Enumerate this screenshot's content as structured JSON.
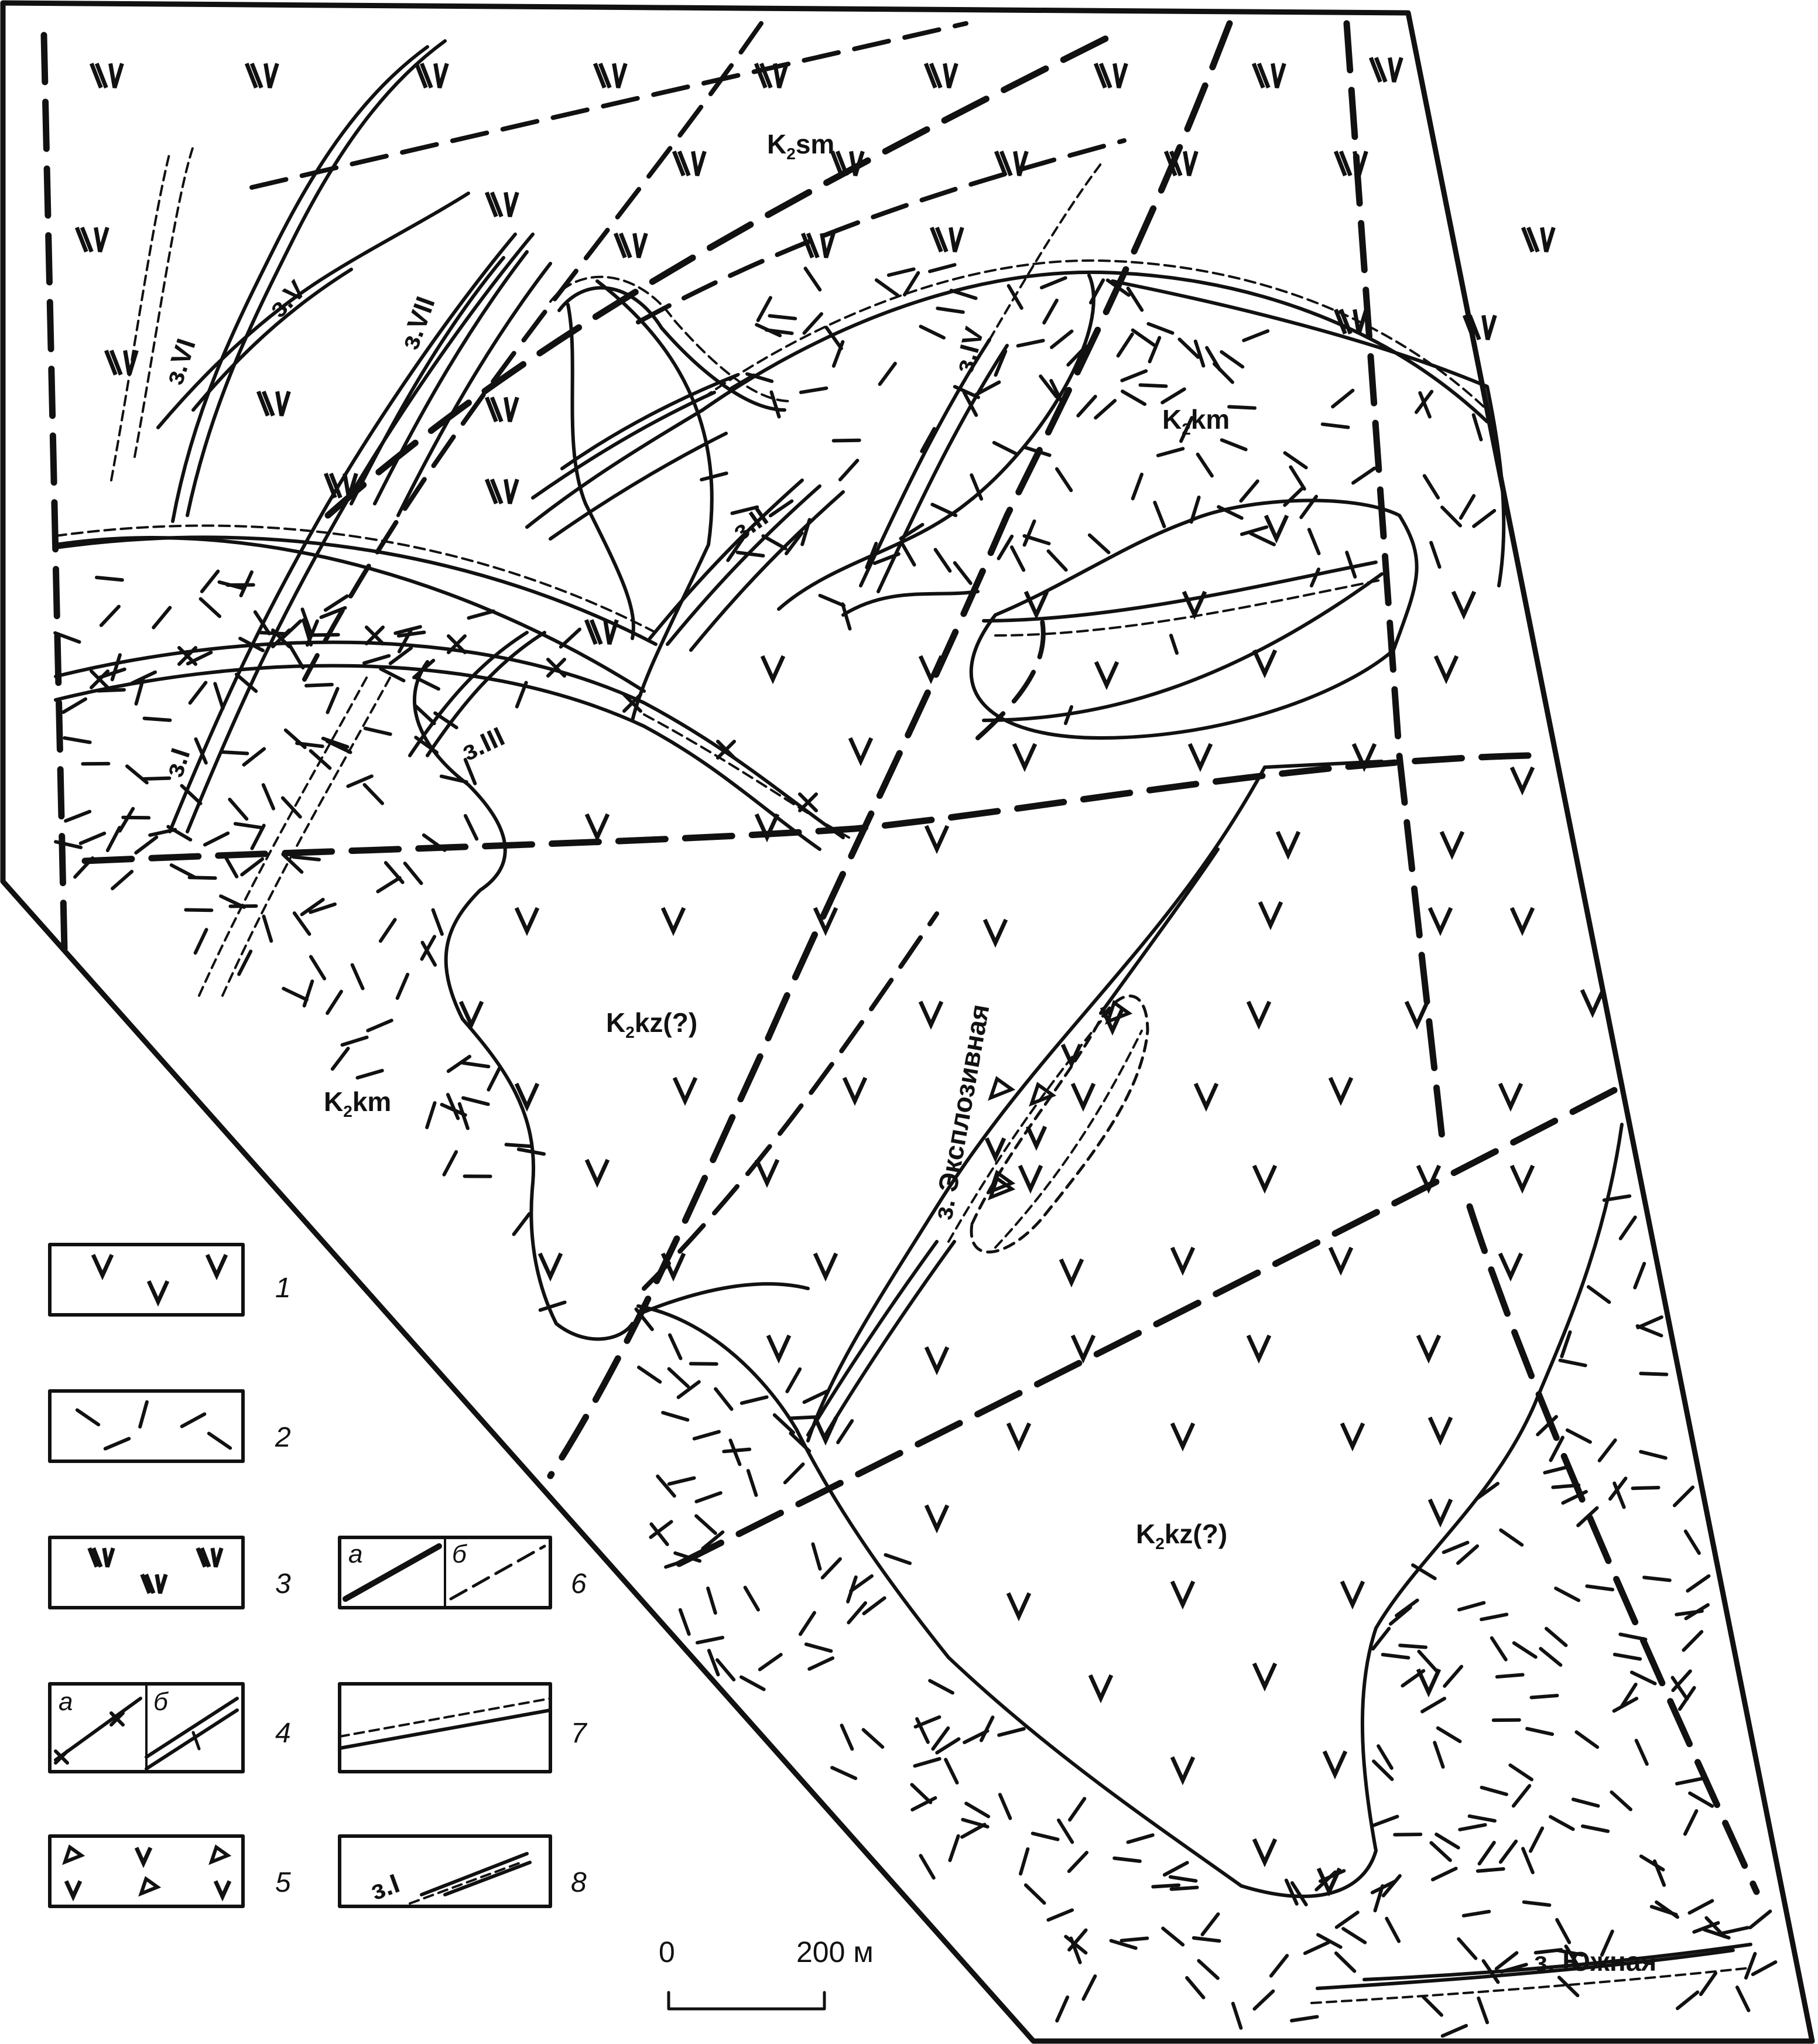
{
  "units": [
    {
      "id": "ksm",
      "main": "K",
      "sub": "2",
      "rest": "sm"
    },
    {
      "id": "kkm-1",
      "main": "K",
      "sub": "2",
      "rest": "km"
    },
    {
      "id": "kkm-2",
      "main": "K",
      "sub": "2",
      "rest": "km"
    },
    {
      "id": "kkz-1",
      "main": "K",
      "sub": "2",
      "rest": "kz(?)"
    },
    {
      "id": "kkz-2",
      "main": "K",
      "sub": "2",
      "rest": "kz(?)"
    }
  ],
  "zones": {
    "z1": "з.I",
    "z2": "з.II",
    "z3": "з.III",
    "z4": "з.IV",
    "z5": "з.V",
    "z6": "з.VI",
    "z7": "з.VII",
    "explosive": "з. Эксплозивная",
    "south": "з. Южная"
  },
  "legend": [
    {
      "num": "1"
    },
    {
      "num": "2"
    },
    {
      "num": "3"
    },
    {
      "num": "4",
      "sub_a": "а",
      "sub_b": "б"
    },
    {
      "num": "5"
    },
    {
      "num": "6",
      "sub_a": "а",
      "sub_b": "б"
    },
    {
      "num": "7"
    },
    {
      "num": "8",
      "zone_label": "з.I"
    }
  ],
  "scale": {
    "start": "0",
    "end": "200 м"
  },
  "colors": {
    "ink": "#111111",
    "background": "#ffffff"
  }
}
